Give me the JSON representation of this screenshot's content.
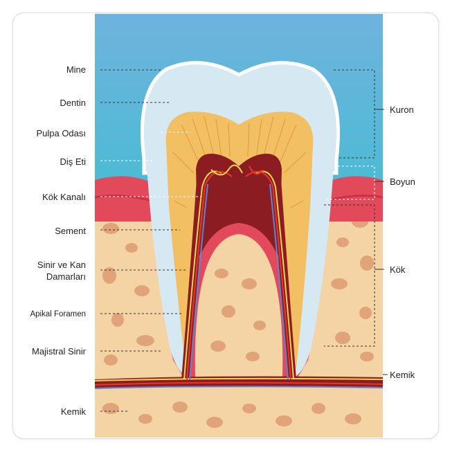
{
  "colors": {
    "sky_top": "#69b4dc",
    "sky_bottom": "#48b6d2",
    "enamel": "#d7eaf3",
    "enamel_edge": "#ffffff",
    "dentin": "#f2bf63",
    "dentin_dark": "#e2a040",
    "pulp": "#8b1d22",
    "gum": "#e2495a",
    "gum_dark": "#c53344",
    "bone": "#f4d2a2",
    "bone_spot": "#dd9a72",
    "nerve": "#f6d54b",
    "artery": "#e8362c",
    "vein": "#5a86d8"
  },
  "labels_left": [
    {
      "id": "mine",
      "text": "Mine"
    },
    {
      "id": "dentin",
      "text": "Dentin"
    },
    {
      "id": "pulpa-odasi",
      "text": "Pulpa Odası"
    },
    {
      "id": "dis-eti",
      "text": "Diş Eti"
    },
    {
      "id": "kok-kanali",
      "text": "Kök Kanalı"
    },
    {
      "id": "sement",
      "text": "Sement"
    },
    {
      "id": "sinir-kan-1",
      "text": "Sinir ve Kan"
    },
    {
      "id": "sinir-kan-2",
      "text": "Damarları"
    },
    {
      "id": "apikal-foramen",
      "text": "Apikal Foramen"
    },
    {
      "id": "majistral-sinir",
      "text": "Majistral Sinir"
    },
    {
      "id": "kemik-left",
      "text": "Kemik"
    }
  ],
  "labels_right": [
    {
      "id": "kuron",
      "text": "Kuron"
    },
    {
      "id": "boyun",
      "text": "Boyun"
    },
    {
      "id": "kok",
      "text": "Kök"
    },
    {
      "id": "kemik-right",
      "text": "Kemik"
    }
  ]
}
